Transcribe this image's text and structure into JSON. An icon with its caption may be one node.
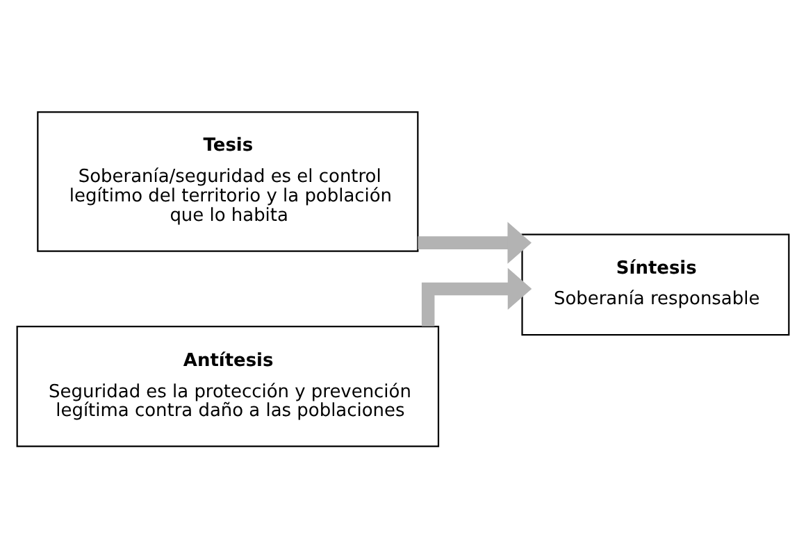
{
  "diagram": {
    "nodes": [
      {
        "text": [
          "Tesis",
          "Soberanía/seguridad es el control legítimo del territorio y la población que lo habita"
        ]
      },
      {
        "text": [
          "Síntesis",
          "Soberanía responsable"
        ]
      },
      {
        "text": [
          "Antítesis",
          "Seguridad es la protección y prevención legítima contra daño a las poblaciones"
        ]
      }
    ],
    "edges": [
      {
        "from": 0,
        "to": 1,
        "arrow": "to"
      },
      {
        "from": 2,
        "to": 1,
        "arrow": "to"
      }
    ]
  }
}
